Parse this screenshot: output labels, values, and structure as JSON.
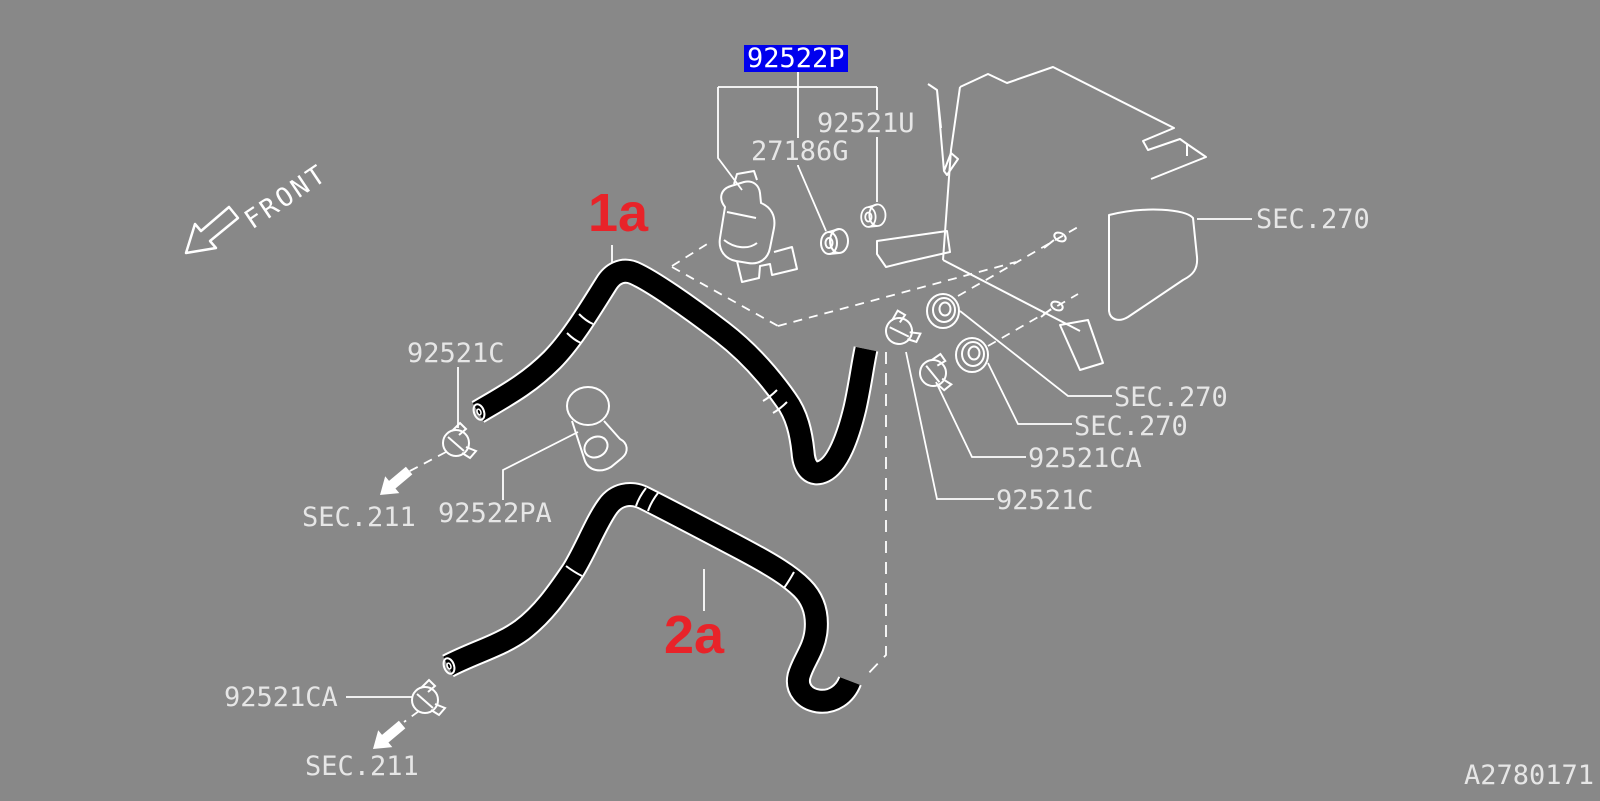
{
  "app": {
    "type": "parts-catalog-diagram",
    "subject": "heater piping diagram"
  },
  "selected_part": {
    "code": "92522P"
  },
  "labels": {
    "part_92522p": "92522P",
    "part_92521u": "92521U",
    "part_27186g": "27186G",
    "part_92521c_left": "92521C",
    "part_92522pa": "92522PA",
    "part_92521ca_left": "92521CA",
    "part_92521ca_right": "92521CA",
    "part_92521c_right": "92521C",
    "sec_270_unit": "SEC.270",
    "sec_270_mid": "SEC.270",
    "sec_270_lower": "SEC.270",
    "sec_211_upper": "SEC.211",
    "sec_211_lower": "SEC.211",
    "front": "FRONT",
    "marker_1a": "1a",
    "marker_2a": "2a",
    "drawing_id": "A2780171"
  },
  "colors": {
    "background": "#888888",
    "highlight": "#0000ee",
    "marker_red": "#e82329",
    "line": "#ffffff",
    "label_text": "#e6e6e6",
    "hose": "#000000"
  }
}
